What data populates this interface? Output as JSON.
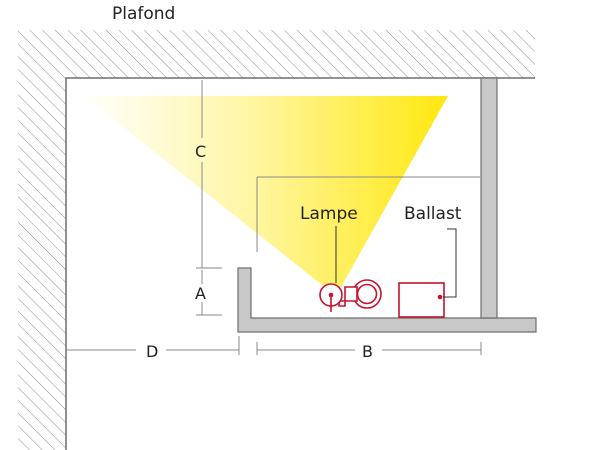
{
  "labels": {
    "ceiling": "Plafond",
    "lamp": "Lampe",
    "ballast": "Ballast",
    "dim_a": "A",
    "dim_b": "B",
    "dim_c": "C",
    "dim_d": "D"
  },
  "colors": {
    "wall": "#6e6e6e",
    "hatch": "#8c8c8c",
    "trough_fill": "#c8c8c8",
    "light_beam": "#ffe600",
    "lamp_outline": "#c8102e",
    "dimension_line": "#8a8a8a"
  }
}
